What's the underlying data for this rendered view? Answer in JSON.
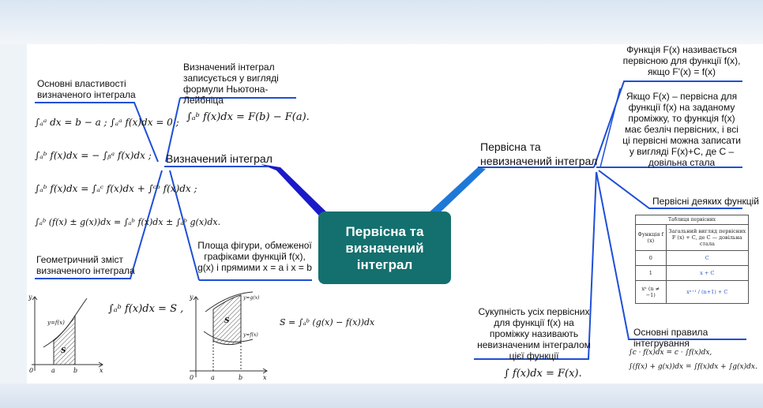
{
  "center": {
    "title": "Первісна та визначений інтеграл"
  },
  "left": {
    "branch_title": "Визначений інтеграл",
    "properties_title": "Основні властивості визначеного інтеграла",
    "properties_formulas": [
      "∫ₐᵃ dx = b − a ;   ∫ₐᵃ f(x)dx = 0 ;",
      "∫ₐᵇ f(x)dx = − ∫ᵦᵃ f(x)dx ;",
      "∫ₐᵇ f(x)dx = ∫ₐᶜ f(x)dx + ∫ᶜᵇ f(x)dx ;",
      "∫ₐᵇ (f(x) ± g(x))dx = ∫ₐᵇ f(x)dx ± ∫ₐᵇ g(x)dx."
    ],
    "newton_leibniz_text": "Визначений інтеграл записується у вигляді формули Ньютона-Лейбніца",
    "newton_leibniz_formula": "∫ₐᵇ f(x)dx = F(b) − F(a).",
    "geometric_title": "Геометричний зміст визначеного інтеграла",
    "geometric_formula": "∫ₐᵇ f(x)dx = S ,",
    "area_text": "Площа фігури, обмеженої графіками функцій f(x), g(x) і прямими x = a і x = b",
    "area_formula": "S = ∫ₐᵇ (g(x) − f(x))dx",
    "graph1_labels": {
      "y": "y",
      "fn": "y=f(x)",
      "s": "S",
      "o": "0",
      "a": "a",
      "b": "b",
      "x": "x"
    },
    "graph2_labels": {
      "y": "y",
      "g": "y=g(x)",
      "f": "y=f(x)",
      "s": "S",
      "o": "0",
      "a": "a",
      "b": "b",
      "x": "x"
    }
  },
  "right": {
    "branch_title": "Первісна та невизначений інтеграл",
    "definition_text": "Функція F(x) називається первісною для функції f(x), якщо F'(x) = f(x)",
    "property_text": "Якщо F(x) – первісна для функції f(x) на заданому проміжку, то функція f(x) має безліч первісних, і всі ці первісні можна записати у вигляді F(x)+C, де C – довільна стала",
    "table_title": "Первісні деяких функцій",
    "table": {
      "caption": "Таблиця первісних",
      "headers": [
        "Функція f (x)",
        "Загальний вигляд первісних F (x) + C, де C — довільна стала"
      ],
      "rows": [
        [
          "0",
          "C"
        ],
        [
          "1",
          "x + C"
        ],
        [
          "xⁿ (n ≠ −1)",
          "xⁿ⁺¹ / (n+1) + C"
        ]
      ]
    },
    "indefinite_text": "Сукупність усіх первісних для функції f(x) на проміжку називають невизначеним інтегралом цієї функції",
    "indefinite_formula": "∫ f(x)dx = F(x).",
    "rules_title": "Основні правила інтегрування",
    "rules_formulas": [
      "∫c · f(x)dx = c · ∫f(x)dx,",
      "∫(f(x) + g(x))dx = ∫f(x)dx + ∫g(x)dx."
    ]
  },
  "colors": {
    "line": "#1f4fd6",
    "center_box": "#13706e",
    "left_branch": "#1a1ac8",
    "right_branch": "#1e78d8"
  }
}
